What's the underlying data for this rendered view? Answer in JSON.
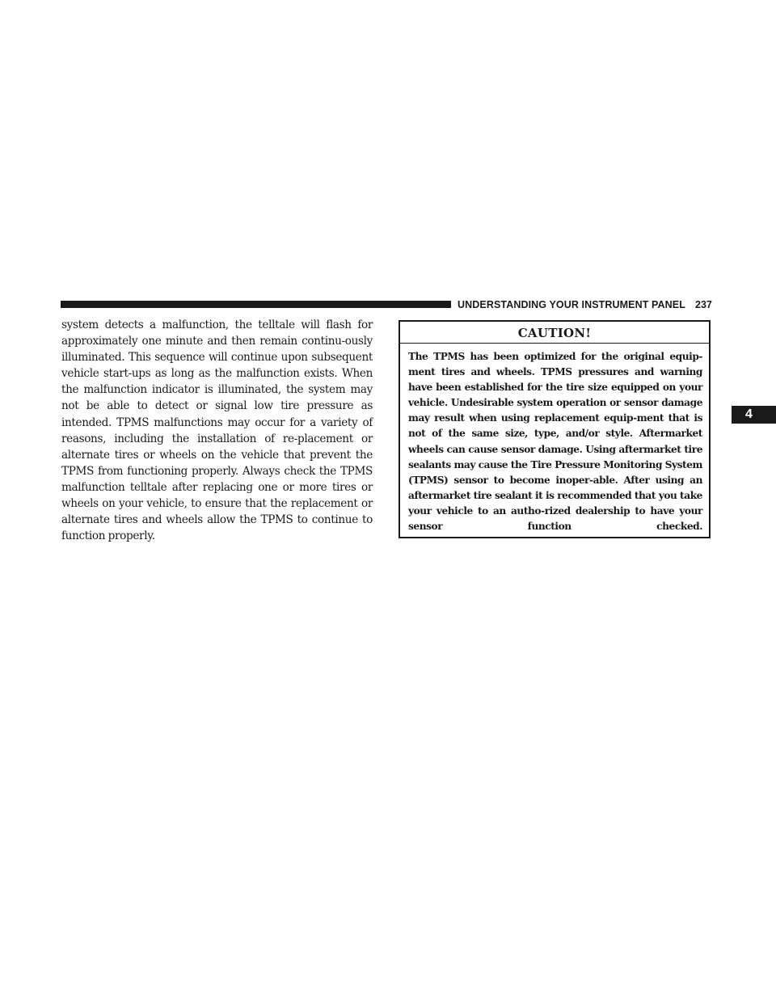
{
  "header": {
    "title": "UNDERSTANDING YOUR INSTRUMENT PANEL",
    "page_number": "237"
  },
  "body_text": "system detects a malfunction, the telltale will flash for approximately one minute and then remain continu-ously illuminated. This sequence will continue upon subsequent vehicle start-ups as long as the malfunction exists. When the malfunction indicator is illuminated, the system may not be able to detect or signal low tire pressure as intended. TPMS malfunctions may occur for a variety of reasons, including the installation of re-placement or alternate tires or wheels on the vehicle that prevent the TPMS from functioning properly. Always check the TPMS malfunction telltale after replacing one or more tires or wheels on your vehicle, to ensure that the replacement or alternate tires and wheels allow the TPMS to continue to function properly.",
  "caution": {
    "heading": "CAUTION!",
    "text": "The TPMS has been optimized for the original equip-ment tires and wheels. TPMS pressures and warning have been established for the tire size equipped on your vehicle. Undesirable system operation or sensor damage may result when using replacement equip-ment that is not of the same size, type, and/or style. Aftermarket wheels can cause sensor damage. Using aftermarket tire sealants may cause the Tire Pressure Monitoring System (TPMS) sensor to become inoper-able. After using an aftermarket tire sealant it is recommended that you take your vehicle to an autho-rized dealership to have your sensor function checked."
  },
  "chapter_tab": "4"
}
